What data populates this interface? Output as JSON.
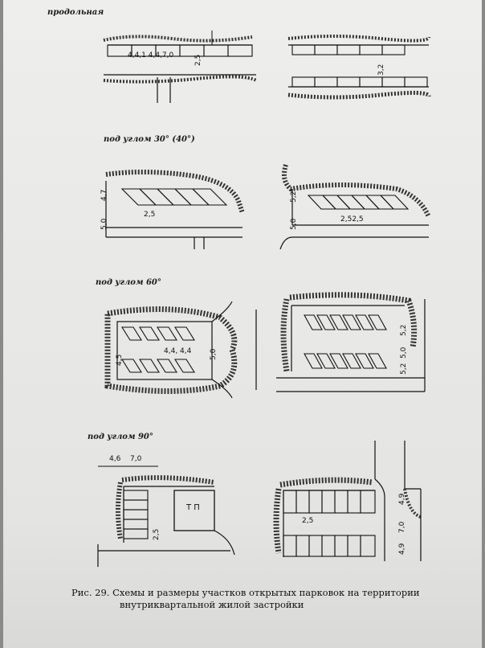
{
  "sections": {
    "longitudinal": "продольная",
    "angle30": "под углом 30° (40°)",
    "angle60": "под углом 60°",
    "angle90": "под углом 90°"
  },
  "dims": {
    "s1a_len": "4,4,1 4,4,7,0",
    "s1a_depth": "2,5",
    "s1b_aisle": "3,2",
    "s2a_w": "4,7",
    "s2a_aisle": "5,0",
    "s2a_diag": "2,5",
    "s2b_w": "5,2",
    "s2b_aisle": "5,0",
    "s2b_len": "2,52,5",
    "s3a_len": "4,4, 4,4",
    "s3a_aisle": "5,0",
    "s3a_side": "4,5",
    "s3b_a": "5,2",
    "s3b_b": "5,0",
    "s3b_c": "5,2",
    "s4a_top1": "4,6",
    "s4a_top2": "7,0",
    "s4a_cell": "2,5",
    "s4a_tp": "Т П",
    "s4b_cell": "2,5",
    "s4b_a": "4,9",
    "s4b_b": "7,0",
    "s4b_c": "4,9"
  },
  "caption": {
    "line1": "Рис. 29. Схемы и размеры участков открытых парковок на территории",
    "line2": "внутриквартальной жилой застройки"
  }
}
